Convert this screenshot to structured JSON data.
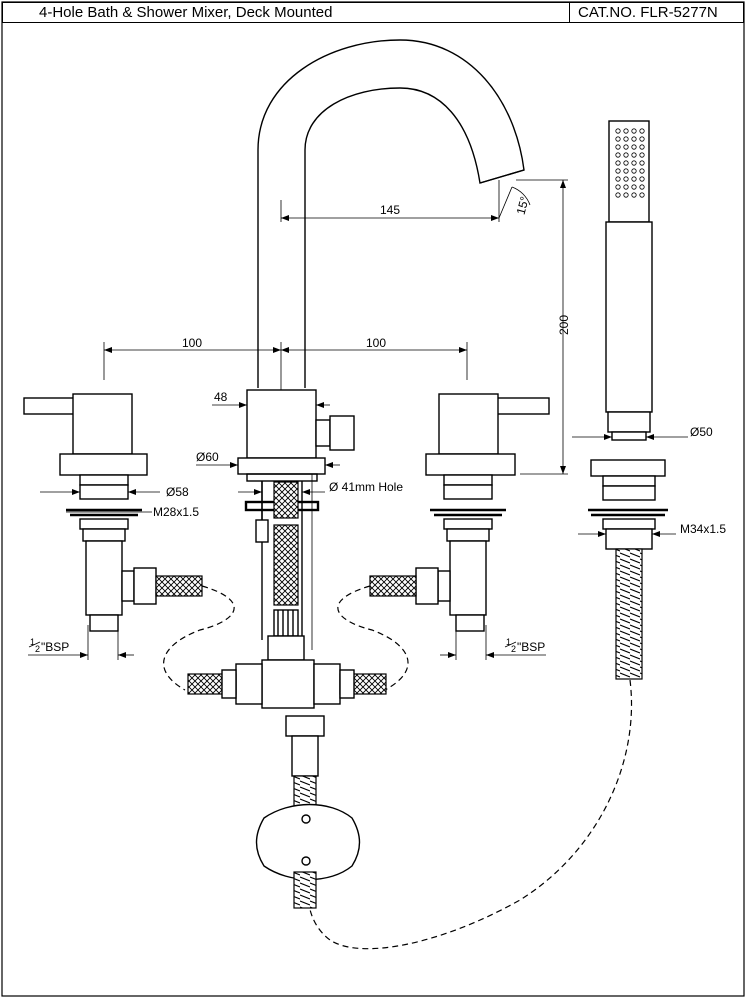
{
  "header": {
    "product_title": "4-Hole Bath & Shower Mixer, Deck Mounted",
    "catalog_number": "CAT.NO. FLR-5277N"
  },
  "dimensions": {
    "spout_reach": "145",
    "spout_angle": "15°",
    "spout_height": "200",
    "left_centre": "100",
    "right_centre": "100",
    "lever_offset": "48",
    "body_diameter": "Ø60",
    "deck_hole": "Ø 41mm Hole",
    "valve_flange": "Ø58",
    "valve_thread": "M28x1.5",
    "handset_flange": "Ø50",
    "handset_thread": "M34x1.5",
    "left_inlet_num": "1",
    "left_inlet_den": "2",
    "left_inlet_suffix": "\"BSP",
    "right_inlet_num": "1",
    "right_inlet_den": "2",
    "right_inlet_suffix": "\"BSP"
  }
}
